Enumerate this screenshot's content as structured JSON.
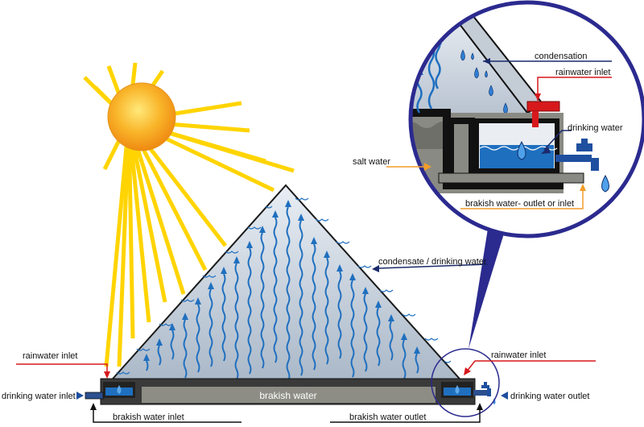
{
  "labels": {
    "condensation": "condensation",
    "rainwater_inlet_top": "rainwater inlet",
    "drinking_water": "drinking water",
    "salt_water": "salt water",
    "brakish_outlet_or_inlet": "brakish water- outlet or inlet",
    "condensate_drinking": "condensate / drinking water",
    "rainwater_inlet_left": "rainwater inlet",
    "rainwater_inlet_right": "rainwater inlet",
    "drinking_water_inlet": "drinking water inlet",
    "drinking_water_outlet": "drinking water outlet",
    "brakish_water": "brakish water",
    "brakish_water_inlet": "brakish water inlet",
    "brakish_water_outlet": "brakish water outlet"
  },
  "colors": {
    "sun_core": "#f7a21b",
    "sun_rays": "#ffd400",
    "pyramid_fill": "#c9d3de",
    "water_blue": "#1f6fbf",
    "arrow_red": "#d7191c",
    "arrow_orange": "#f39c2a",
    "arrow_navy": "#1b2a6b",
    "lens_outline": "#2b2a8f"
  }
}
